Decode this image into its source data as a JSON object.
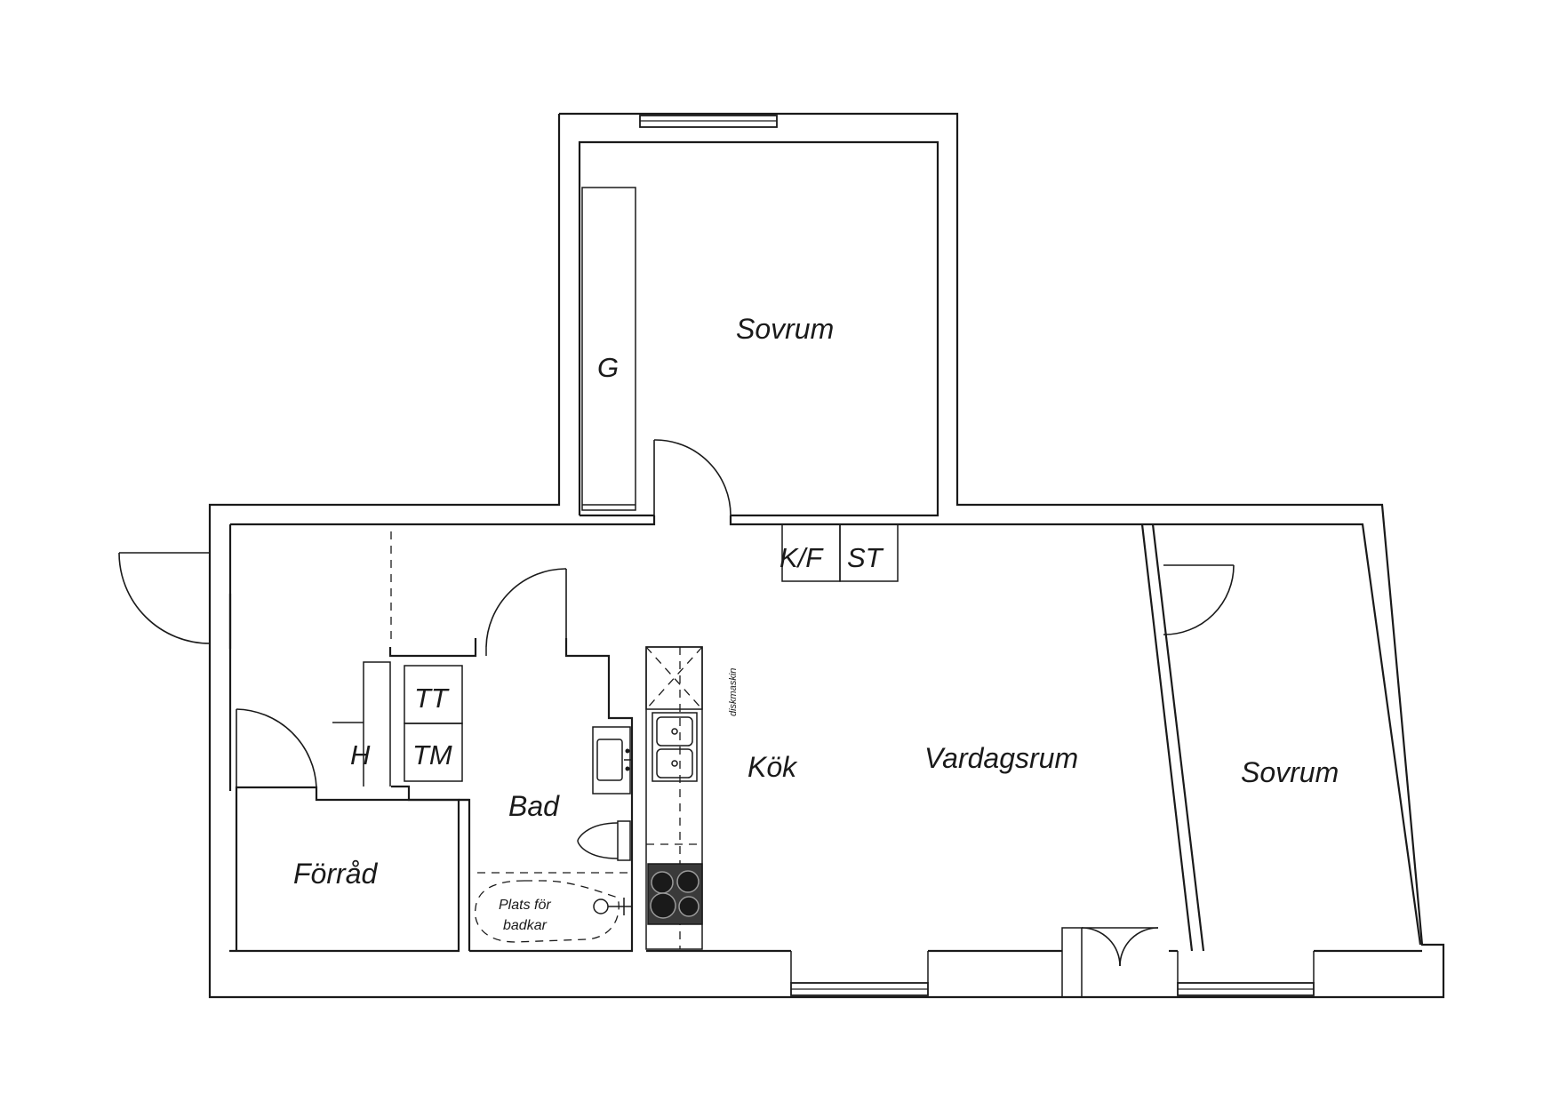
{
  "rooms": {
    "sovrum_top": "Sovrum",
    "sovrum_right": "Sovrum",
    "vardagsrum": "Vardagsrum",
    "kok": "Kök",
    "bad": "Bad",
    "forrad": "Förråd"
  },
  "fixtures": {
    "wardrobe": "G",
    "fridge_freezer": "K/F",
    "storage": "ST",
    "dryer": "TT",
    "washer": "TM",
    "hall_cabinet": "H",
    "dishwasher": "diskmaskin",
    "bathtub_line1": "Plats för",
    "bathtub_line2": "badkar"
  }
}
